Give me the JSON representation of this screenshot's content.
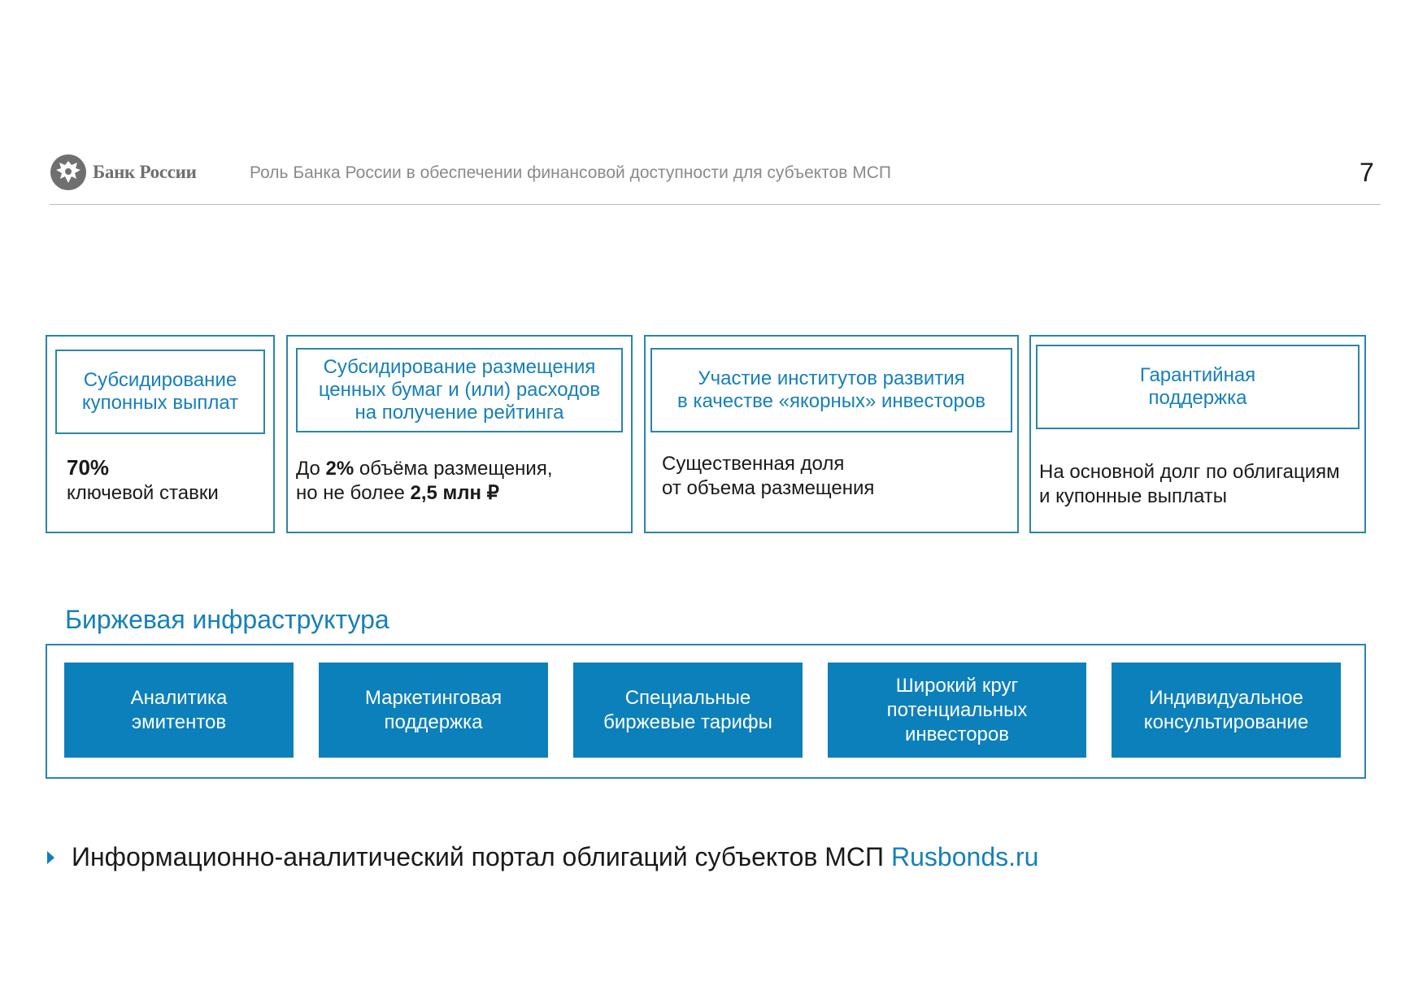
{
  "header": {
    "logo_text": "Банк России",
    "title": "Роль Банка России в обеспечении финансовой доступности для субъектов МСП",
    "page_number": "7"
  },
  "cards": [
    {
      "title": "Субсидирование\nкупонных выплат",
      "strong_1": "70%",
      "text_1": "ключевой ставки"
    },
    {
      "title": "Субсидирование размещения\nценных бумаг и (или) расходов\nна получение рейтинга",
      "prefix": "До ",
      "strong_1": "2%",
      "text_1": " объёма размещения,",
      "text_2": "но не более ",
      "strong_2": "2,5 млн ₽"
    },
    {
      "title": "Участие институтов развития\nв качестве «якорных» инвесторов",
      "text_1": "Существенная доля",
      "text_2": "от объема размещения"
    },
    {
      "title": "Гарантийная\nподдержка",
      "text_1": "На основной долг по облигациям",
      "text_2": "и купонные выплаты"
    }
  ],
  "infrastructure": {
    "title": "Биржевая инфраструктура",
    "items": [
      "Аналитика\nэмитентов",
      "Маркетинговая\nподдержка",
      "Специальные\nбиржевые тарифы",
      "Широкий круг\nпотенциальных\nинвесторов",
      "Индивидуальное\nконсультирование"
    ]
  },
  "portal": {
    "text": "Информационно-аналитический портал облигаций субъектов МСП",
    "link": "Rusbonds.ru"
  },
  "colors": {
    "accent": "#1680b8",
    "box_fill": "#0c80bb",
    "border": "#2a86a8"
  }
}
